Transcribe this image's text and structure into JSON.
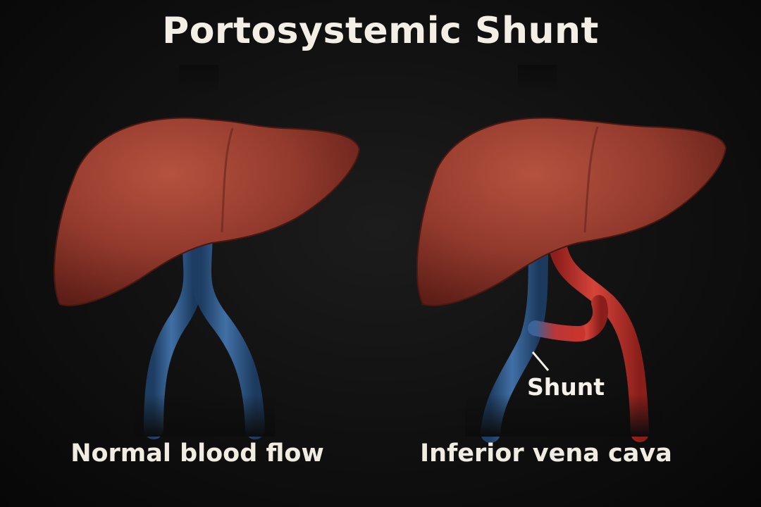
{
  "title": "Portosystemic Shunt",
  "panels": {
    "left": {
      "caption": "Normal blood flow"
    },
    "right": {
      "caption": "Inferior vena cava",
      "callout": "Shunt"
    }
  },
  "colors": {
    "background": "#0e0e0e",
    "liver": "#93382c",
    "vein_blue": "#2f5788",
    "shunt_red": "#c8352d",
    "text": "#f1ece2"
  }
}
